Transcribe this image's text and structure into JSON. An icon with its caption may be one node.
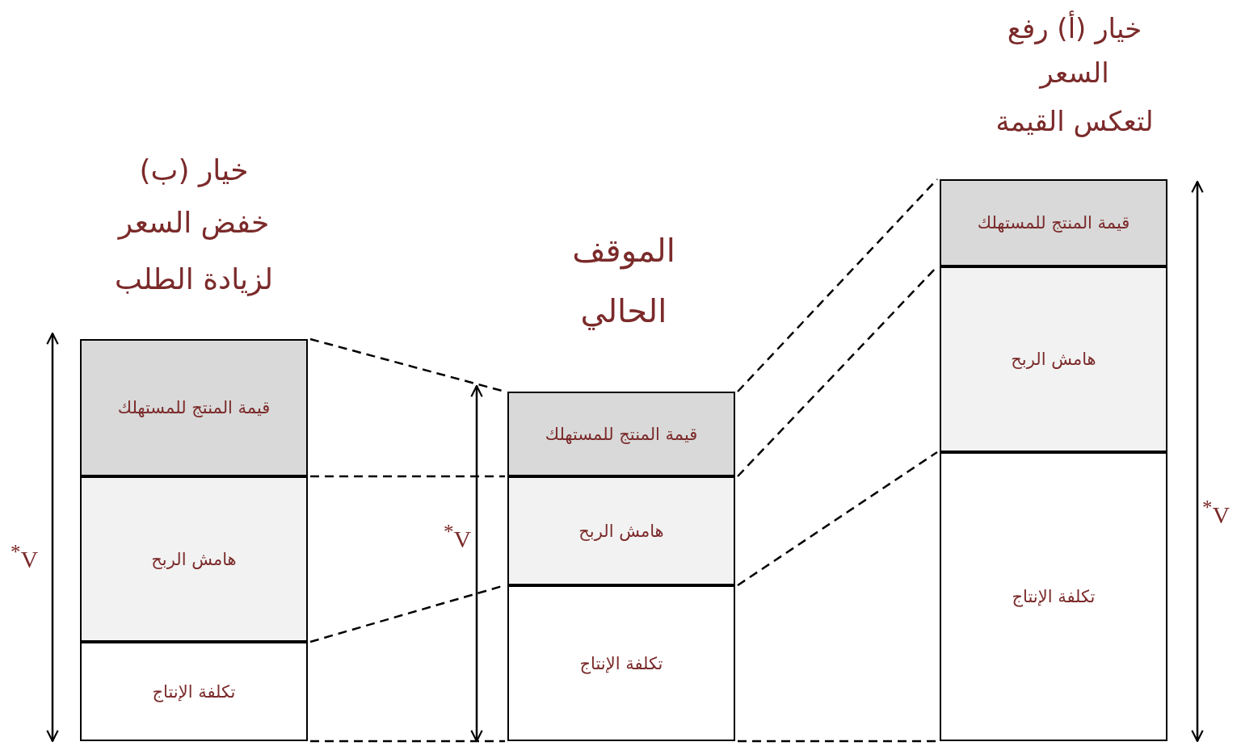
{
  "diagram": {
    "nodes": [
      {
        "text": [
          "قيمة المنتج للمستهلك"
        ]
      },
      {
        "text": [
          "هامش الربح"
        ]
      },
      {
        "text": [
          "تكلفة الإنتاج"
        ]
      },
      {
        "text": [
          "قيمة المنتج للمستهلك"
        ]
      },
      {
        "text": [
          "هامش الربح"
        ]
      },
      {
        "text": [
          "تكلفة الإنتاج"
        ]
      },
      {
        "text": [
          "قيمة المنتج للمستهلك"
        ]
      },
      {
        "text": [
          "هامش الربح"
        ]
      },
      {
        "text": [
          "تكلفة الإنتاج"
        ]
      }
    ],
    "edges": [
      {
        "from": 0,
        "to": 3,
        "arrow": "none",
        "style": "dashed"
      },
      {
        "from": 1,
        "to": 4,
        "arrow": "none",
        "style": "dashed"
      },
      {
        "from": 2,
        "to": 5,
        "arrow": "none",
        "style": "dashed"
      },
      {
        "from": 2,
        "to": 5,
        "arrow": "none",
        "style": "dashed"
      },
      {
        "from": 3,
        "to": 6,
        "arrow": "none",
        "style": "dashed"
      },
      {
        "from": 4,
        "to": 7,
        "arrow": "none",
        "style": "dashed"
      },
      {
        "from": 5,
        "to": 8,
        "arrow": "none",
        "style": "dashed"
      },
      {
        "from": 5,
        "to": 8,
        "arrow": "none",
        "style": "dashed"
      }
    ],
    "labels": [
      "خيار (أ) رفع",
      "السعر",
      "لتعكس القيمة",
      "خيار (ب)",
      "خفض السعر",
      "لزيادة الطلب",
      "الموقف",
      "الحالي",
      "$^{*}$V",
      "$^{*}$V",
      "$^{*}$V"
    ]
  }
}
